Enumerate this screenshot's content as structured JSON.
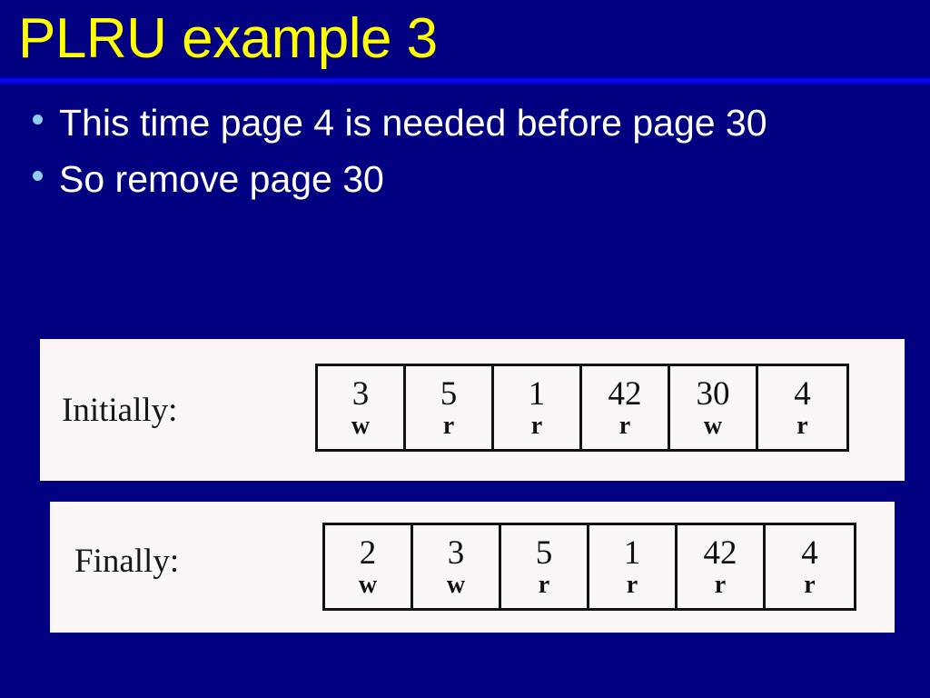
{
  "slide": {
    "title": "PLRU example 3",
    "background_color": "#010081",
    "title_color": "#FFFF00",
    "rule_color": "#0909E8",
    "text_color": "#FFFFFF",
    "bullet_color": "#8FCDEA",
    "panel_background": "#FBF7F6",
    "panel_text_color": "#161616"
  },
  "bullets": [
    {
      "text": "This time page 4 is needed before page 30"
    },
    {
      "text": "So remove page 30"
    }
  ],
  "tables": [
    {
      "id": "initially",
      "label": "Initially:",
      "cells": [
        {
          "page": "3",
          "flag": "w"
        },
        {
          "page": "5",
          "flag": "r"
        },
        {
          "page": "1",
          "flag": "r"
        },
        {
          "page": "42",
          "flag": "r"
        },
        {
          "page": "30",
          "flag": "w"
        },
        {
          "page": "4",
          "flag": "r"
        }
      ]
    },
    {
      "id": "finally",
      "label": "Finally:",
      "cells": [
        {
          "page": "2",
          "flag": "w"
        },
        {
          "page": "3",
          "flag": "w"
        },
        {
          "page": "5",
          "flag": "r"
        },
        {
          "page": "1",
          "flag": "r"
        },
        {
          "page": "42",
          "flag": "r"
        },
        {
          "page": "4",
          "flag": "r"
        }
      ]
    }
  ]
}
